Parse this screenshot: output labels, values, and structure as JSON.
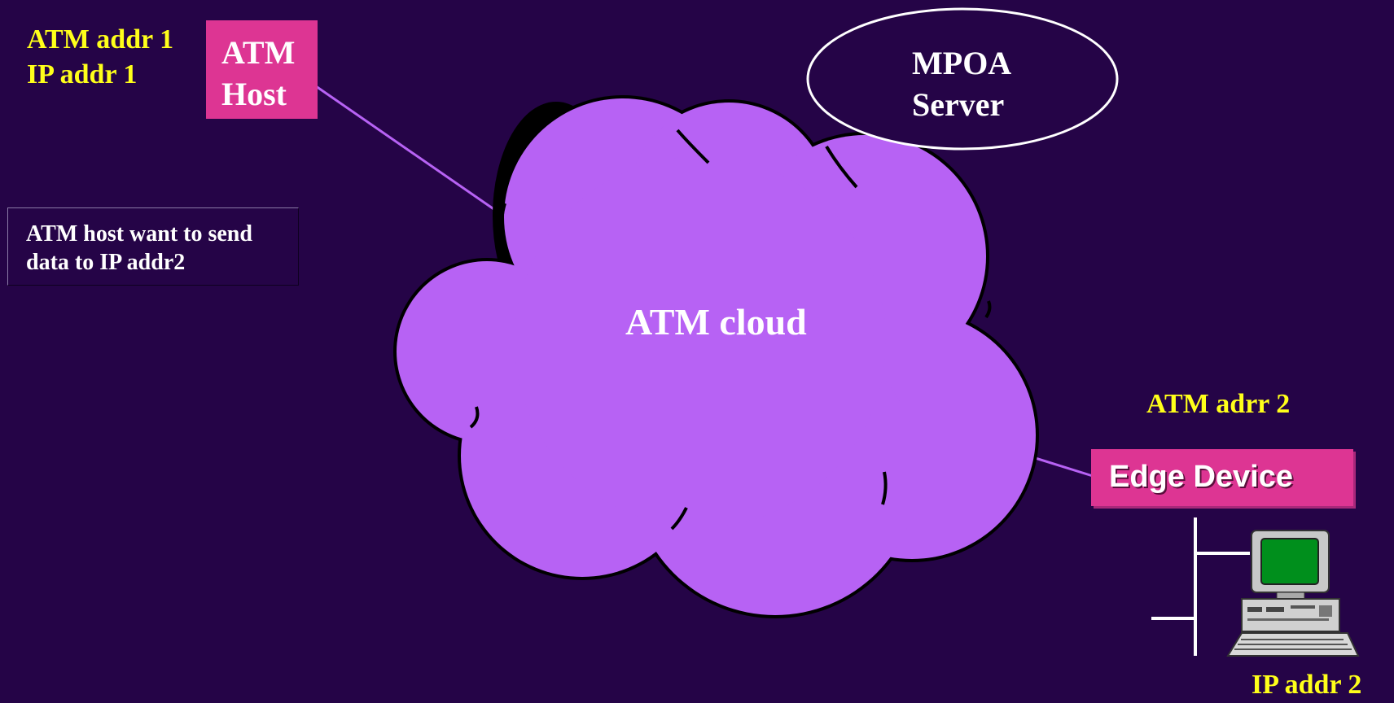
{
  "atm_host": {
    "label_line1": "ATM",
    "label_line2": "Host",
    "atm_addr": "ATM addr 1",
    "ip_addr": "IP addr 1"
  },
  "note": {
    "line1": "ATM host want to send",
    "line2": "data to IP addr2"
  },
  "mpoa_server": {
    "line1": "MPOA",
    "line2": "Server"
  },
  "cloud": {
    "label": "ATM cloud"
  },
  "edge_device": {
    "label": "Edge Device",
    "atm_addr": "ATM adrr 2",
    "ip_addr": "IP addr 2"
  },
  "colors": {
    "background": "#250447",
    "cloud_fill": "#b762f4",
    "box_fill": "#dd3593",
    "address_text": "#ffff1a",
    "link_line": "#b762f4"
  },
  "icons": {
    "workstation": "desktop-computer-icon"
  }
}
